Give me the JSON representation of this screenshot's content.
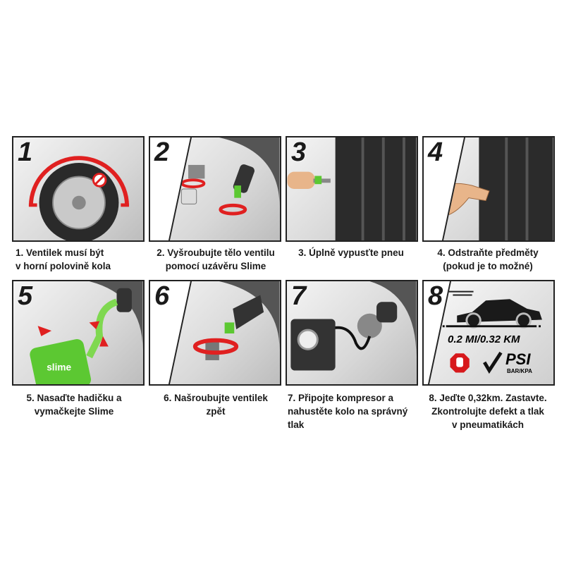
{
  "steps": [
    {
      "number": "1",
      "caption_lines": [
        "1. Ventilek musí být",
        "v horní polovině kola"
      ]
    },
    {
      "number": "2",
      "caption_lines": [
        "2. Vyšroubujte tělo ventilu",
        "pomocí uzávěru Slime"
      ]
    },
    {
      "number": "3",
      "caption_lines": [
        "3. Úplně vypusťte pneu"
      ]
    },
    {
      "number": "4",
      "caption_lines": [
        "4. Odstraňte předměty",
        "(pokud je to možné)"
      ]
    },
    {
      "number": "5",
      "caption_lines": [
        "5. Nasaďte hadičku a",
        "vymačkejte Slime"
      ]
    },
    {
      "number": "6",
      "caption_lines": [
        "6. Našroubujte ventilek",
        "zpět"
      ]
    },
    {
      "number": "7",
      "caption_lines": [
        "7. Připojte kompresor a",
        "nahustěte kolo na správný",
        "tlak"
      ]
    },
    {
      "number": "8",
      "caption_lines": [
        "8. Jeďte 0,32km. Zastavte.",
        "Zkontrolujte defekt a tlak",
        "v pneumatikách"
      ]
    }
  ],
  "panel8": {
    "distance": "0.2 MI/0.32 KM",
    "psi": "PSI",
    "units": "BAR/KPA"
  },
  "bottle_label": "slime",
  "colors": {
    "arrow_red": "#e02020",
    "slime_green": "#5cc832",
    "stop_red": "#d7191c"
  }
}
